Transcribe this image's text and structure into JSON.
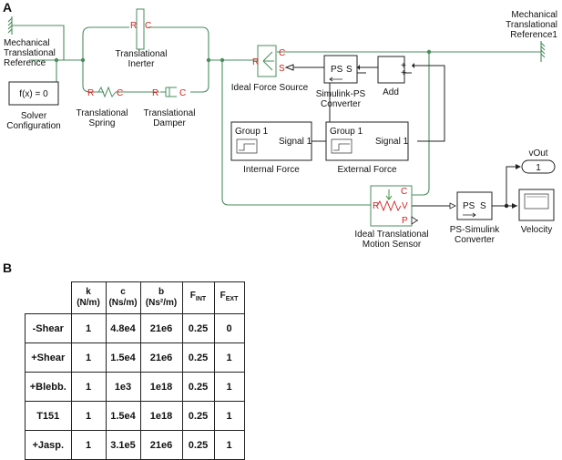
{
  "panels": {
    "a": "A",
    "b": "B"
  },
  "blocks": {
    "mech_ref": [
      "Mechanical",
      "Translational",
      "Reference"
    ],
    "mech_ref1": [
      "Mechanical",
      "Translational",
      "Reference1"
    ],
    "inerter": {
      "label": [
        "Translational",
        "Inerter"
      ],
      "port_r": "R",
      "port_c": "C"
    },
    "spring": {
      "label": [
        "Translational",
        "Spring"
      ],
      "port_r": "R",
      "port_c": "C"
    },
    "damper": {
      "label": [
        "Translational",
        "Damper"
      ],
      "port_r": "R",
      "port_c": "C"
    },
    "solver": {
      "text": "f(x) = 0",
      "label": [
        "Solver",
        "Configuration"
      ]
    },
    "force_source": {
      "label": "Ideal Force Source",
      "port_r": "R",
      "port_c": "C",
      "port_s": "S"
    },
    "sl_ps": {
      "text_ps": "PS",
      "text_s": "S",
      "label": [
        "Simulink-PS",
        "Converter"
      ]
    },
    "add": {
      "label": "Add",
      "sign1": "+",
      "sign2": "+"
    },
    "internal_force": {
      "group": "Group 1",
      "signal": "Signal 1",
      "label": "Internal Force"
    },
    "external_force": {
      "group": "Group 1",
      "signal": "Signal 1",
      "label": "External Force"
    },
    "motion_sensor": {
      "label": [
        "Ideal Translational",
        "Motion Sensor"
      ],
      "port_r": "R",
      "port_c": "C",
      "port_v": "V",
      "port_p": "P"
    },
    "ps_sl": {
      "text_ps": "PS",
      "text_s": "S",
      "label": [
        "PS-Simulink",
        "Converter"
      ]
    },
    "vout": {
      "name": "vOut",
      "number": "1"
    },
    "scope": {
      "label": "Velocity"
    }
  },
  "table": {
    "headers": [
      {
        "main": "k",
        "unit": "(N/m)"
      },
      {
        "main": "c",
        "unit": "(Ns/m)"
      },
      {
        "main": "b",
        "unit": "(Ns²/m)"
      },
      {
        "main": "F",
        "sub": "INT"
      },
      {
        "main": "F",
        "sub": "EXT"
      }
    ],
    "rows": [
      [
        "-Shear",
        "1",
        "4.8e4",
        "21e6",
        "0.25",
        "0"
      ],
      [
        "+Shear",
        "1",
        "1.5e4",
        "21e6",
        "0.25",
        "1"
      ],
      [
        "+Blebb.",
        "1",
        "1e3",
        "1e18",
        "0.25",
        "1"
      ],
      [
        "T151",
        "1",
        "1.5e4",
        "1e18",
        "0.25",
        "1"
      ],
      [
        "+Jasp.",
        "1",
        "3.1e5",
        "21e6",
        "0.25",
        "1"
      ]
    ]
  }
}
